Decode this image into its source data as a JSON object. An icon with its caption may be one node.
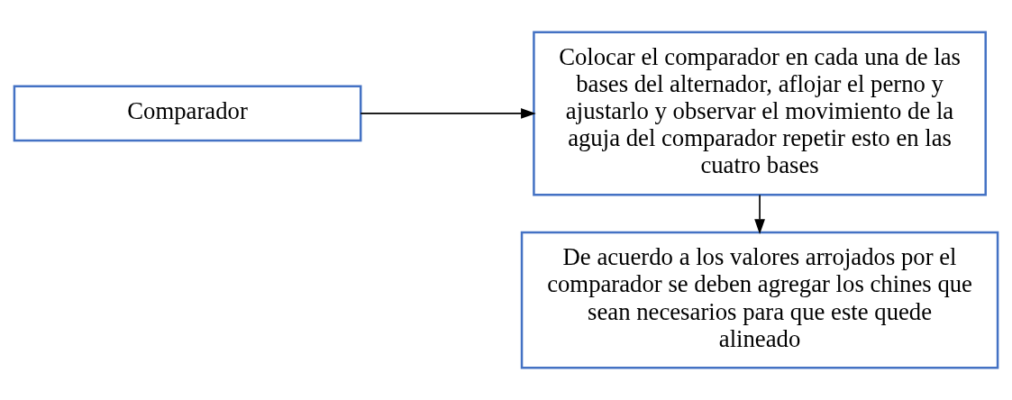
{
  "diagram": {
    "nodes": [
      {
        "text": [
          "Comparador"
        ]
      },
      {
        "text": [
          "Colocar el comparador en cada una de las bases del alternador, aflojar el perno y ajustarlo y observar el movimiento de la aguja del comparador repetir esto en las cuatro bases"
        ]
      },
      {
        "text": [
          "De acuerdo a los valores arrojados por el comparador se deben agregar los chines que sean necesarios para que este quede alineado"
        ]
      }
    ],
    "edges": [
      {
        "from": 0,
        "to": 1,
        "arrow": "to"
      },
      {
        "from": 1,
        "to": 2,
        "arrow": "to"
      }
    ]
  }
}
